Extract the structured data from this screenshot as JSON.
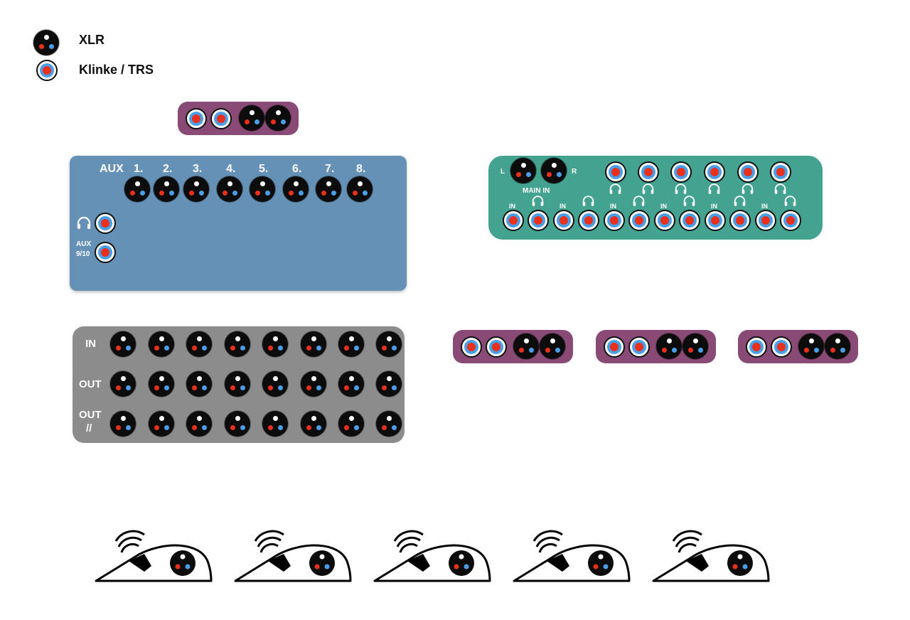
{
  "legend": {
    "xlr": "XLR",
    "trs": "Klinke / TRS"
  },
  "aux_panel": {
    "title": "AUX",
    "channels": [
      "1.",
      "2.",
      "3.",
      "4.",
      "5.",
      "6.",
      "7.",
      "8."
    ],
    "aux_910_line1": "AUX",
    "aux_910_line2": "9/10",
    "color": "#6591b7"
  },
  "main_panel": {
    "left": "L",
    "right": "R",
    "main_in": "MAIN IN",
    "in_label": "IN",
    "color": "#44a290"
  },
  "stagebox": {
    "in": "IN",
    "out": "OUT",
    "out_par_line1": "OUT",
    "out_par_line2": "//",
    "color": "#8c8c8c"
  },
  "di_box_color": "#8a4a76",
  "monitors": {
    "count": 5
  }
}
